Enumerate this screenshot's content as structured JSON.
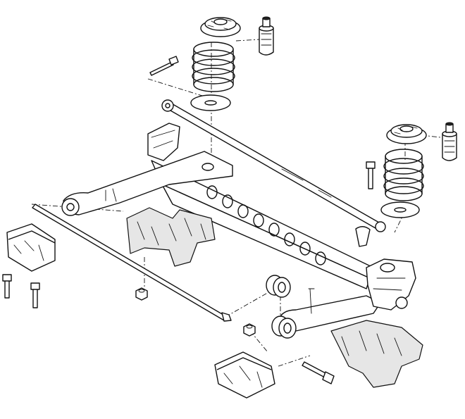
{
  "diagram": {
    "components": [
      "spring-upper-seat-left",
      "bump-stop-left",
      "coil-spring-left",
      "spring-lower-seat-left",
      "spring-upper-seat-right",
      "bump-stop-right",
      "coil-spring-right",
      "spring-lower-seat-right",
      "panhard-rod",
      "axle-beam",
      "trailing-arm-left",
      "trailing-arm-right",
      "heat-shield-center",
      "heat-shield-right",
      "mounting-bracket-left",
      "mounting-bracket-right",
      "bushing-upper",
      "bushing-lower",
      "bolt",
      "nut",
      "hub-carrier-right"
    ]
  }
}
